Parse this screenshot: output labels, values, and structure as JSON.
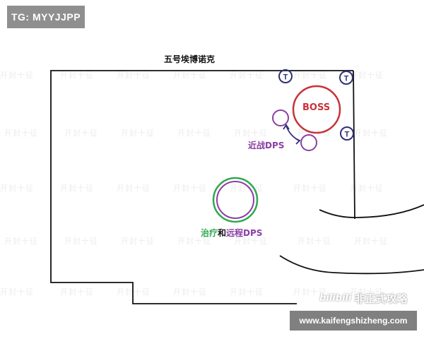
{
  "tag": "TG: MYYJJPP",
  "title": "五号埃博诺克",
  "boss_label": "BOSS",
  "tank_marker": "T",
  "melee_label": "近战DPS",
  "heal_label_1": "治疗",
  "heal_label_and": "和",
  "heal_label_2": "远程DPS",
  "watermark_logo": "bilibili",
  "watermark_brand": "非正式攻略",
  "url": "www.kaifengshizheng.com",
  "background_watermark": "开封十征",
  "colors": {
    "boss": "#c8323a",
    "tank": "#2f2f7a",
    "melee": "#8a3fa3",
    "heal": "#2fa84f",
    "wall": "#111111"
  }
}
